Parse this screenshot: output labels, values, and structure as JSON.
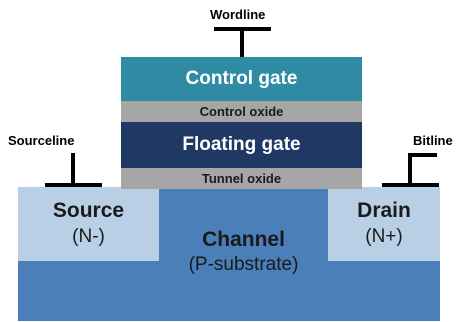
{
  "terminals": {
    "wordline": "Wordline",
    "sourceline": "Sourceline",
    "bitline": "Bitline"
  },
  "gate_stack": {
    "control_gate": "Control gate",
    "control_oxide": "Control oxide",
    "floating_gate": "Floating gate",
    "tunnel_oxide": "Tunnel oxide"
  },
  "substrate": {
    "source_title": "Source",
    "source_doping": "(N-)",
    "drain_title": "Drain",
    "drain_doping": "(N+)",
    "channel_title": "Channel",
    "channel_sub": "(P-substrate)"
  },
  "colors": {
    "control_gate": "#2f8aa3",
    "floating_gate": "#1f3964",
    "oxide": "#a6a6a6",
    "substrate": "#4a7fba",
    "source_drain": "#b9cfe6"
  }
}
